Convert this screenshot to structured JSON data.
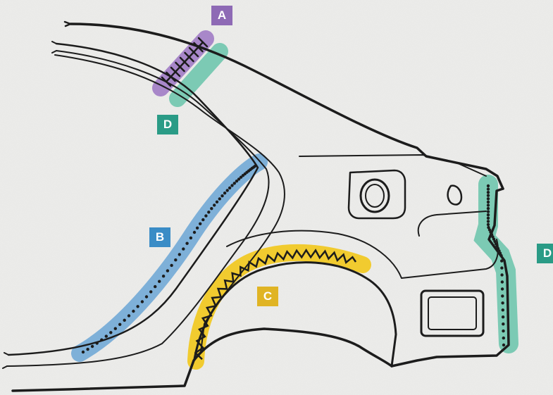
{
  "markers": {
    "a": "A",
    "b": "B",
    "c": "C",
    "d_top": "D",
    "d_right": "D"
  },
  "colors": {
    "background": "#ededeb",
    "line": "#1c1c1c",
    "a": "#8e6ab5",
    "b": "#4f8ec4",
    "c": "#e8bd2a",
    "d": "#2a9b86",
    "a_band": "#a887c9",
    "b_band": "#7eb0d8",
    "c_band": "#f1cb2f",
    "d_band": "#7ccab4"
  },
  "icons": {
    "a": "cross-stitch-seam",
    "b": "dotted-seam",
    "c": "zigzag-seam",
    "d": "dotted-seam"
  }
}
